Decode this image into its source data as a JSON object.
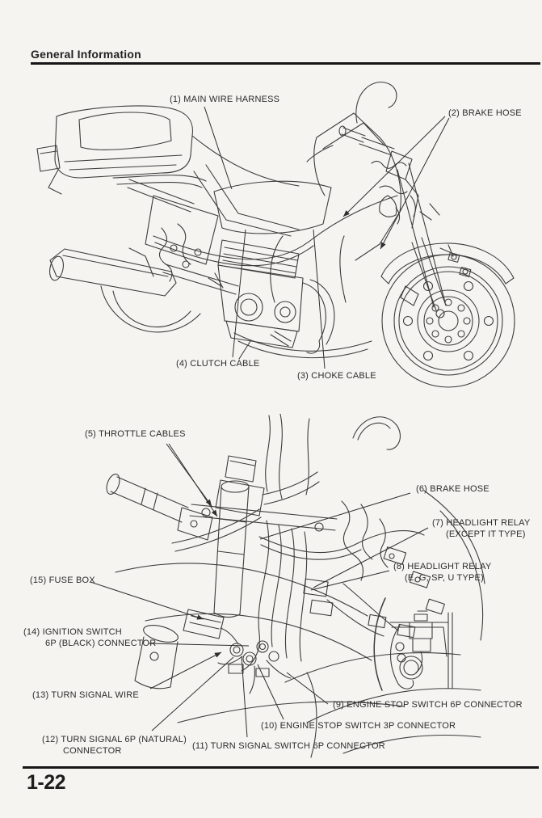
{
  "colors": {
    "paper": "#f5f4f1",
    "ink": "#2b2b2b"
  },
  "header": {
    "title": "General Information"
  },
  "footer": {
    "page_number": "1-22"
  },
  "figure_top": {
    "description": "Motorcycle left-side cutaway line drawing with cable and harness routing callouts",
    "callouts": {
      "c1": {
        "text": "(1) MAIN WIRE HARNESS"
      },
      "c2": {
        "text": "(2) BRAKE HOSE"
      },
      "c3": {
        "text": "(3) CHOKE CABLE"
      },
      "c4": {
        "text": "(4) CLUTCH CABLE"
      }
    }
  },
  "figure_bottom": {
    "description": "Handlebar / steering-head close-up line drawing with connector callouts and relay inset detail",
    "callouts": {
      "c5": {
        "text": "(5) THROTTLE CABLES"
      },
      "c6": {
        "text": "(6) BRAKE HOSE"
      },
      "c7": {
        "line1": "(7) HEADLIGHT RELAY",
        "line2": "(EXCEPT IT TYPE)"
      },
      "c8": {
        "line1": "(8) HEADLIGHT RELAY",
        "line2": "(E, G, SP, U TYPE)"
      },
      "c9": {
        "text": "(9) ENGINE STOP SWITCH 6P CONNECTOR"
      },
      "c10": {
        "text": "(10) ENGINE STOP SWITCH 3P CONNECTOR"
      },
      "c11": {
        "text": "(11) TURN SIGNAL SWITCH 6P CONNECTOR"
      },
      "c12": {
        "line1": "(12) TURN SIGNAL 6P (NATURAL)",
        "line2": "CONNECTOR"
      },
      "c13": {
        "text": "(13) TURN SIGNAL WIRE"
      },
      "c14": {
        "line1": "(14) IGNITION SWITCH",
        "line2": "6P (BLACK) CONNECTOR"
      },
      "c15": {
        "text": "(15) FUSE BOX"
      }
    }
  }
}
